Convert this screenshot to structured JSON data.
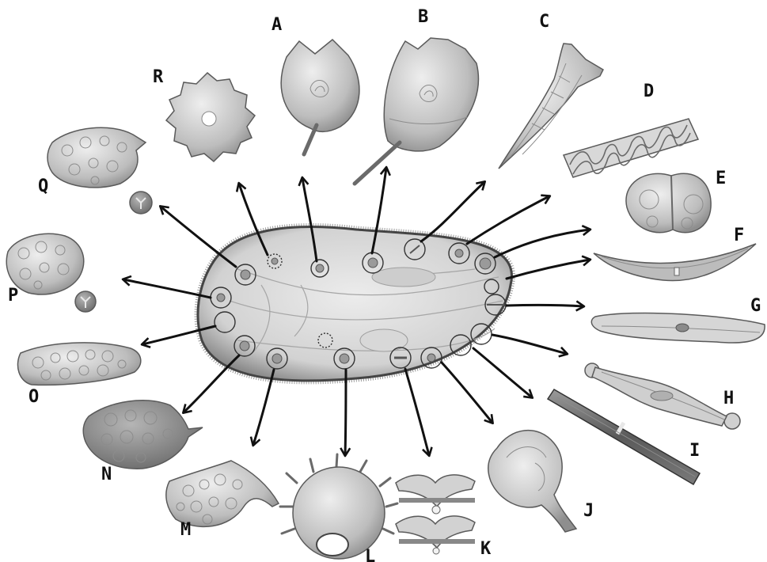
{
  "labels": {
    "a": "A",
    "b": "B",
    "c": "C",
    "d": "D",
    "e": "E",
    "f": "F",
    "g": "G",
    "h": "H",
    "i": "I",
    "j": "J",
    "k": "K",
    "l": "L",
    "m": "M",
    "n": "N",
    "o": "O",
    "p": "P",
    "q": "Q",
    "r": "R"
  },
  "colors": {
    "ink": "#111111",
    "cell_fill": "#d8d8d8",
    "organism_fill": "#c4c4c4",
    "background": "#ffffff"
  }
}
